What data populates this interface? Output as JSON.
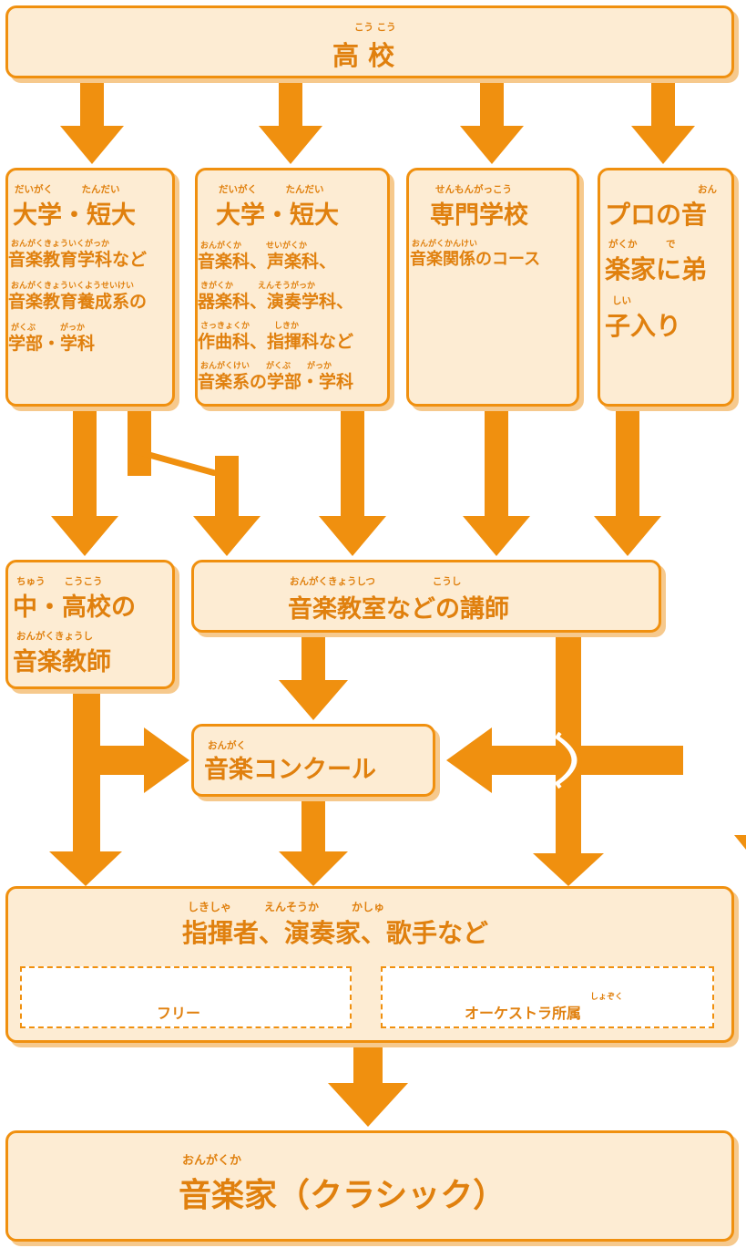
{
  "top": {
    "ruby": "こう こう",
    "title": "高 校"
  },
  "col1": {
    "ruby": "だいがく　　　たんだい",
    "title": "大学・短大",
    "lines": [
      {
        "ruby": "おんがくきょういくがっか",
        "text": "音楽教育学科など"
      },
      {
        "ruby": "おんがくきょういくようせいけい",
        "text": "音楽教育養成系の"
      },
      {
        "ruby": "がくぶ　　　がっか",
        "text": "学部・学科"
      }
    ]
  },
  "col2": {
    "ruby": "だいがく　　　たんだい",
    "title": "大学・短大",
    "lines": [
      {
        "ruby": "おんがくか　　　せいがくか",
        "text": "音楽科、声楽科、"
      },
      {
        "ruby": "きがくか　　　えんそうがっか",
        "text": "器楽科、演奏学科、"
      },
      {
        "ruby": "さっきょくか　　　しきか",
        "text": "作曲科、指揮科など"
      },
      {
        "ruby": "おんがくけい　　がくぶ　　がっか",
        "text": "音楽系の学部・学科"
      }
    ]
  },
  "col3": {
    "ruby": "せんもんがっこう",
    "title": "専門学校",
    "lines": [
      {
        "ruby": "おんがくかんけい",
        "text": "音楽関係のコース"
      }
    ]
  },
  "col4": {
    "lines": [
      {
        "ruby": "おん",
        "text": "プロの音"
      },
      {
        "ruby": "がくか　　　で",
        "text": "楽家に弟"
      },
      {
        "ruby": "しい",
        "text": "子入り"
      }
    ]
  },
  "teacher": {
    "lines": [
      {
        "ruby": "ちゅう　　こうこう",
        "text": "中・高校の"
      },
      {
        "ruby": "おんがくきょうし",
        "text": "音楽教師"
      }
    ]
  },
  "instructor": {
    "ruby": "おんがくきょうしつ　　　　　　こうし",
    "title": "音楽教室などの講師"
  },
  "contest": {
    "ruby": "おんがく",
    "title": "音楽コンクール"
  },
  "performers": {
    "ruby": "しきしゃ　　　えんそうか　　　かしゅ",
    "title": "指揮者、演奏家、歌手など",
    "free": "フリー",
    "orchestra_ruby": "しょぞく",
    "orchestra": "オーケストラ所属"
  },
  "result": {
    "ruby": "おんがくか",
    "title": "音楽家（クラシック）"
  },
  "colors": {
    "orange": "#f0900f",
    "fill": "#fdecd3",
    "shadow": "#f6c98d",
    "text": "#e0800e"
  }
}
